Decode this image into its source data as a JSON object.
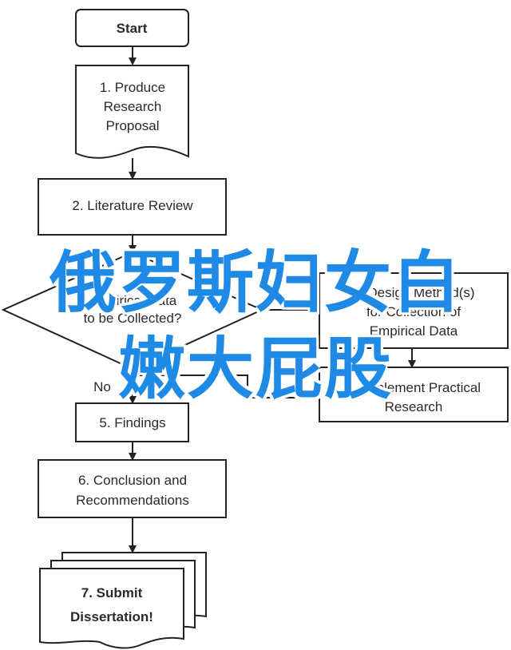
{
  "nodes": {
    "start": "Start",
    "step1": [
      "1. Produce",
      "Research",
      "Proposal"
    ],
    "step2": "2. Literature Review",
    "step3": [
      "Empirical Data",
      "to be Collected?"
    ],
    "step3_no": "No",
    "step4a": [
      "3. Design Method(s)",
      "for Collection of",
      "Empirical Data"
    ],
    "step4b": [
      "4. Implement Practical",
      "Research"
    ],
    "step5": "5. Findings",
    "step6": [
      "6. Conclusion and",
      "Recommendations"
    ],
    "step7": [
      "7. Submit",
      "Dissertation!"
    ]
  },
  "overlay": {
    "line1": "俄罗斯妇女白",
    "line2": "嫩大屁股"
  },
  "colors": {
    "stroke": "#222222",
    "overlay_text": "#1e8ae6"
  }
}
